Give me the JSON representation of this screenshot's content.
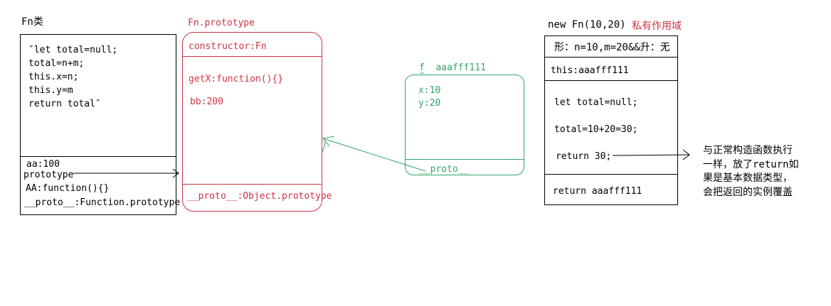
{
  "colors": {
    "red": "#cc3344",
    "green": "#33a566",
    "ink": "#000000"
  },
  "fn_class": {
    "title": "Fn类",
    "code_lines": [
      "″let total=null;",
      "total=n+m;",
      "this.x=n;",
      "this.y=m",
      "return total″"
    ],
    "aa": "aa:100",
    "prototype_label": "prototype",
    "aa_fn": "AA:function(){}",
    "proto": "__proto__:Function.prototype"
  },
  "fn_prototype": {
    "title": "Fn.prototype",
    "constructor_row": "constructor:Fn",
    "getx": "getX:function(){}",
    "bb": "bb:200",
    "proto": "__proto__:Object.prototype"
  },
  "instance": {
    "title": "f  aaafff111",
    "x": "x:10",
    "y": "y:20",
    "proto": "__proto__"
  },
  "scope": {
    "title": "new Fn(10,20)",
    "badge": "私有作用域",
    "formal_row": "形：n=10,m=20&&升：无",
    "this_row": "this:aaafff111",
    "body_lines": [
      "let total=null;",
      "total=10+20=30;",
      "return 30;"
    ],
    "return_row": "return aaafff111"
  },
  "annotation": {
    "lines": [
      "与正常构造函数执行",
      "一样，放了return如",
      "果是基本数据类型，",
      "会把返回的实例覆盖"
    ]
  }
}
